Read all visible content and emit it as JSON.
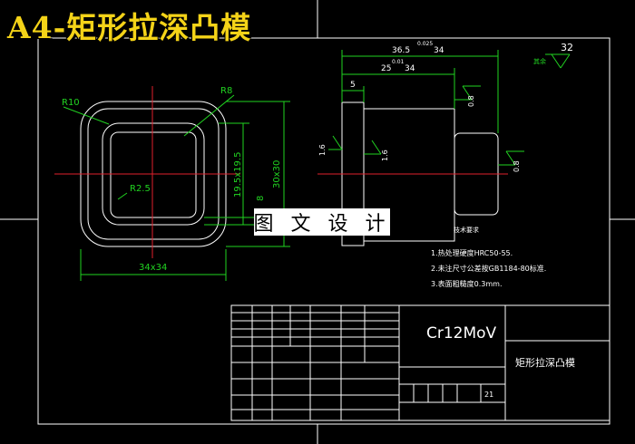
{
  "title": "A4-矩形拉深凸模",
  "watermark": "图 文 设 计",
  "colors": {
    "background": "#000000",
    "outline": "#ffffff",
    "dimension": "#21d321",
    "centerline": "#e0202c",
    "title": "#f4d318"
  },
  "front_view": {
    "radius_outer": "R10",
    "radius_inner": "R8",
    "radius_small": "R2.5",
    "width_dim": "34x34",
    "inner_dim": "19.5x19.5",
    "height_dim": "30x30",
    "small_dim": "8"
  },
  "side_view": {
    "length_total_base": "36.5",
    "length_total_tol": "0.025",
    "length_total_nominal": "34",
    "length_mid_base": "25",
    "length_mid_tol": "0.01",
    "length_mid_nominal": "34",
    "step_len": "5",
    "roughness_a": "0.8",
    "roughness_b": "0.8",
    "roughness_c": "1.6",
    "roughness_d": "1.6",
    "roughness_global": "32",
    "roughness_global_label": "其余"
  },
  "notes": {
    "heading": "技术要求",
    "items": [
      "1.热处理硬度HRC50-55.",
      "2.未注尺寸公差按GB1184-80标准.",
      "3.表面粗糙度0.3mm."
    ]
  },
  "title_block": {
    "material": "Cr12MoV",
    "part_name": "矩形拉深凸模",
    "sheet_no": "21"
  }
}
